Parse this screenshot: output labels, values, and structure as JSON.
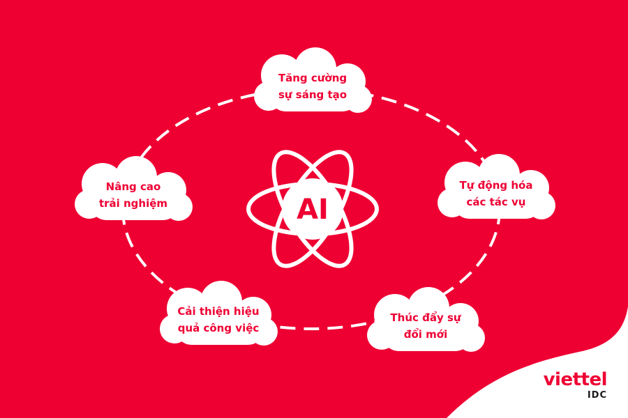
{
  "colors": {
    "background": "#EE0033",
    "cloud": "#FFFFFF",
    "cloud_text": "#EE0033",
    "line": "#FFFFFF",
    "logo_text": "#EE0033",
    "logo_sub": "#1A1A1A"
  },
  "center": {
    "label": "AI",
    "icon": "atom-icon"
  },
  "nodes": [
    {
      "id": "creativity",
      "label": "Tăng cường\nsự sáng tạo"
    },
    {
      "id": "automation",
      "label": "Tự động hóa\ncác tác vụ"
    },
    {
      "id": "innovation",
      "label": "Thúc đẩy sự\nđổi mới"
    },
    {
      "id": "efficiency",
      "label": "Cải thiện hiệu\nquả công việc"
    },
    {
      "id": "experience",
      "label": "Nâng cao\ntrải nghiệm"
    }
  ],
  "logo": {
    "name": "viettel",
    "sub": "IDC"
  }
}
